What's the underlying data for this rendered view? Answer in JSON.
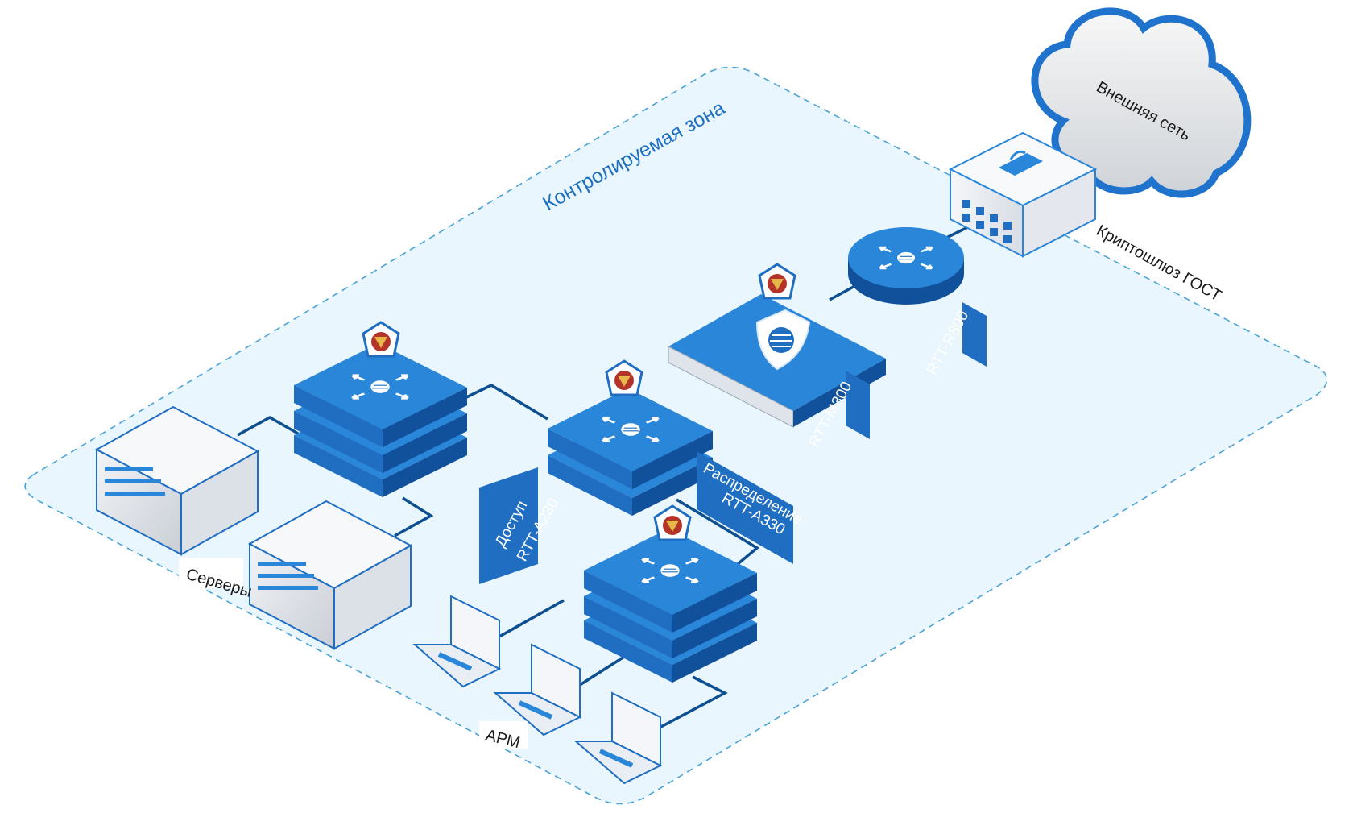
{
  "diagram": {
    "zone_label": "Контролируемая зона",
    "external_network": "Внешняя сеть",
    "crypto_gateway": "Криптошлюз ГОСТ",
    "router_label": "RTT-R800",
    "firewall_label": "RTT-M300",
    "distribution_label_line1": "Распределение",
    "distribution_label_line2": "RTT-A330",
    "access_label_line1": "Доступ",
    "access_label_line2": "RTT-A230",
    "servers_label": "Серверы",
    "workstations_label": "АРМ"
  },
  "colors": {
    "device_blue": "#1f6ec2",
    "device_top": "#2a86d9",
    "device_dark": "#11509a",
    "zone_fill": "#e8f6fd",
    "zone_border": "#4da3d6",
    "link": "#0d4f8f",
    "cloud_border": "#1f73cc"
  }
}
